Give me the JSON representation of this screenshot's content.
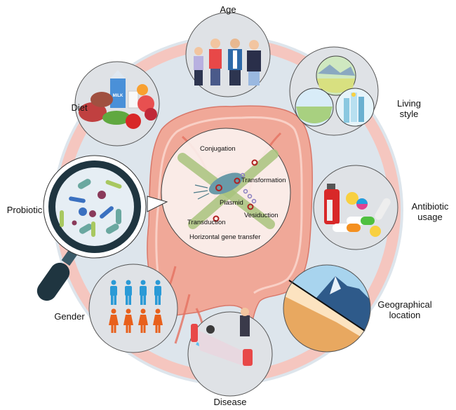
{
  "title": "Factors influencing gut microbiome and horizontal gene transfer",
  "center": {
    "title": "Horizontal gene transfer",
    "mechanisms": [
      "Conjugation",
      "Transformation",
      "Plasmid",
      "Vesiduction",
      "Transduction"
    ]
  },
  "factors": [
    {
      "id": "age",
      "label": "Age"
    },
    {
      "id": "living-style",
      "label_line1": "Living",
      "label_line2": "style"
    },
    {
      "id": "antibiotic-usage",
      "label_line1": "Antibiotic",
      "label_line2": "usage"
    },
    {
      "id": "geographical-location",
      "label_line1": "Geographical",
      "label_line2": "location"
    },
    {
      "id": "disease",
      "label": "Disease"
    },
    {
      "id": "gender",
      "label": "Gender"
    },
    {
      "id": "probiotic",
      "label": "Probiotic"
    },
    {
      "id": "diet",
      "label": "Diet"
    }
  ],
  "illustrations": {
    "diet_carton_text": "MILK"
  },
  "colors": {
    "ring": "#f5c6bf",
    "background_disc": "#dde5ec",
    "colon": "#f0a898",
    "colon_outline": "#d9786a",
    "factor_circle": "#dfe2e6",
    "male": "#2a9ad6",
    "female": "#e8601c",
    "magnifier": "#1f3540"
  }
}
